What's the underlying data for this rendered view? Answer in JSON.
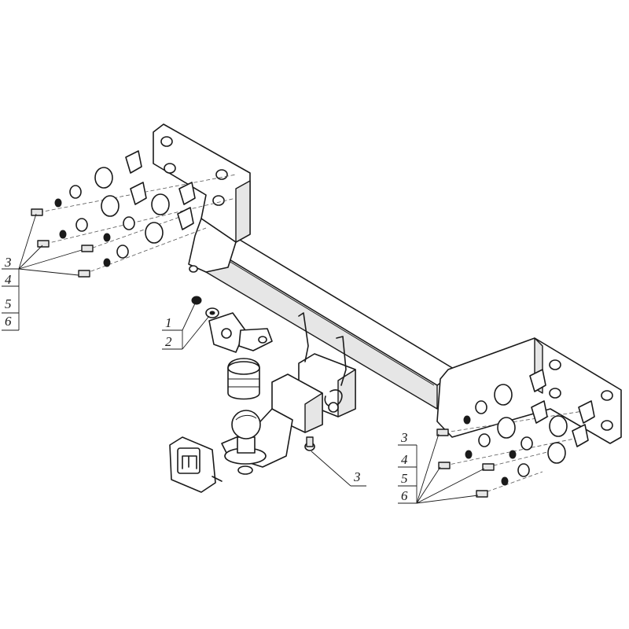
{
  "callouts": {
    "left_group": [
      "3",
      "4",
      "5",
      "6"
    ],
    "center_group": [
      "1",
      "2"
    ],
    "center_bolt": "3",
    "right_group": [
      "3",
      "4",
      "5",
      "6"
    ]
  }
}
